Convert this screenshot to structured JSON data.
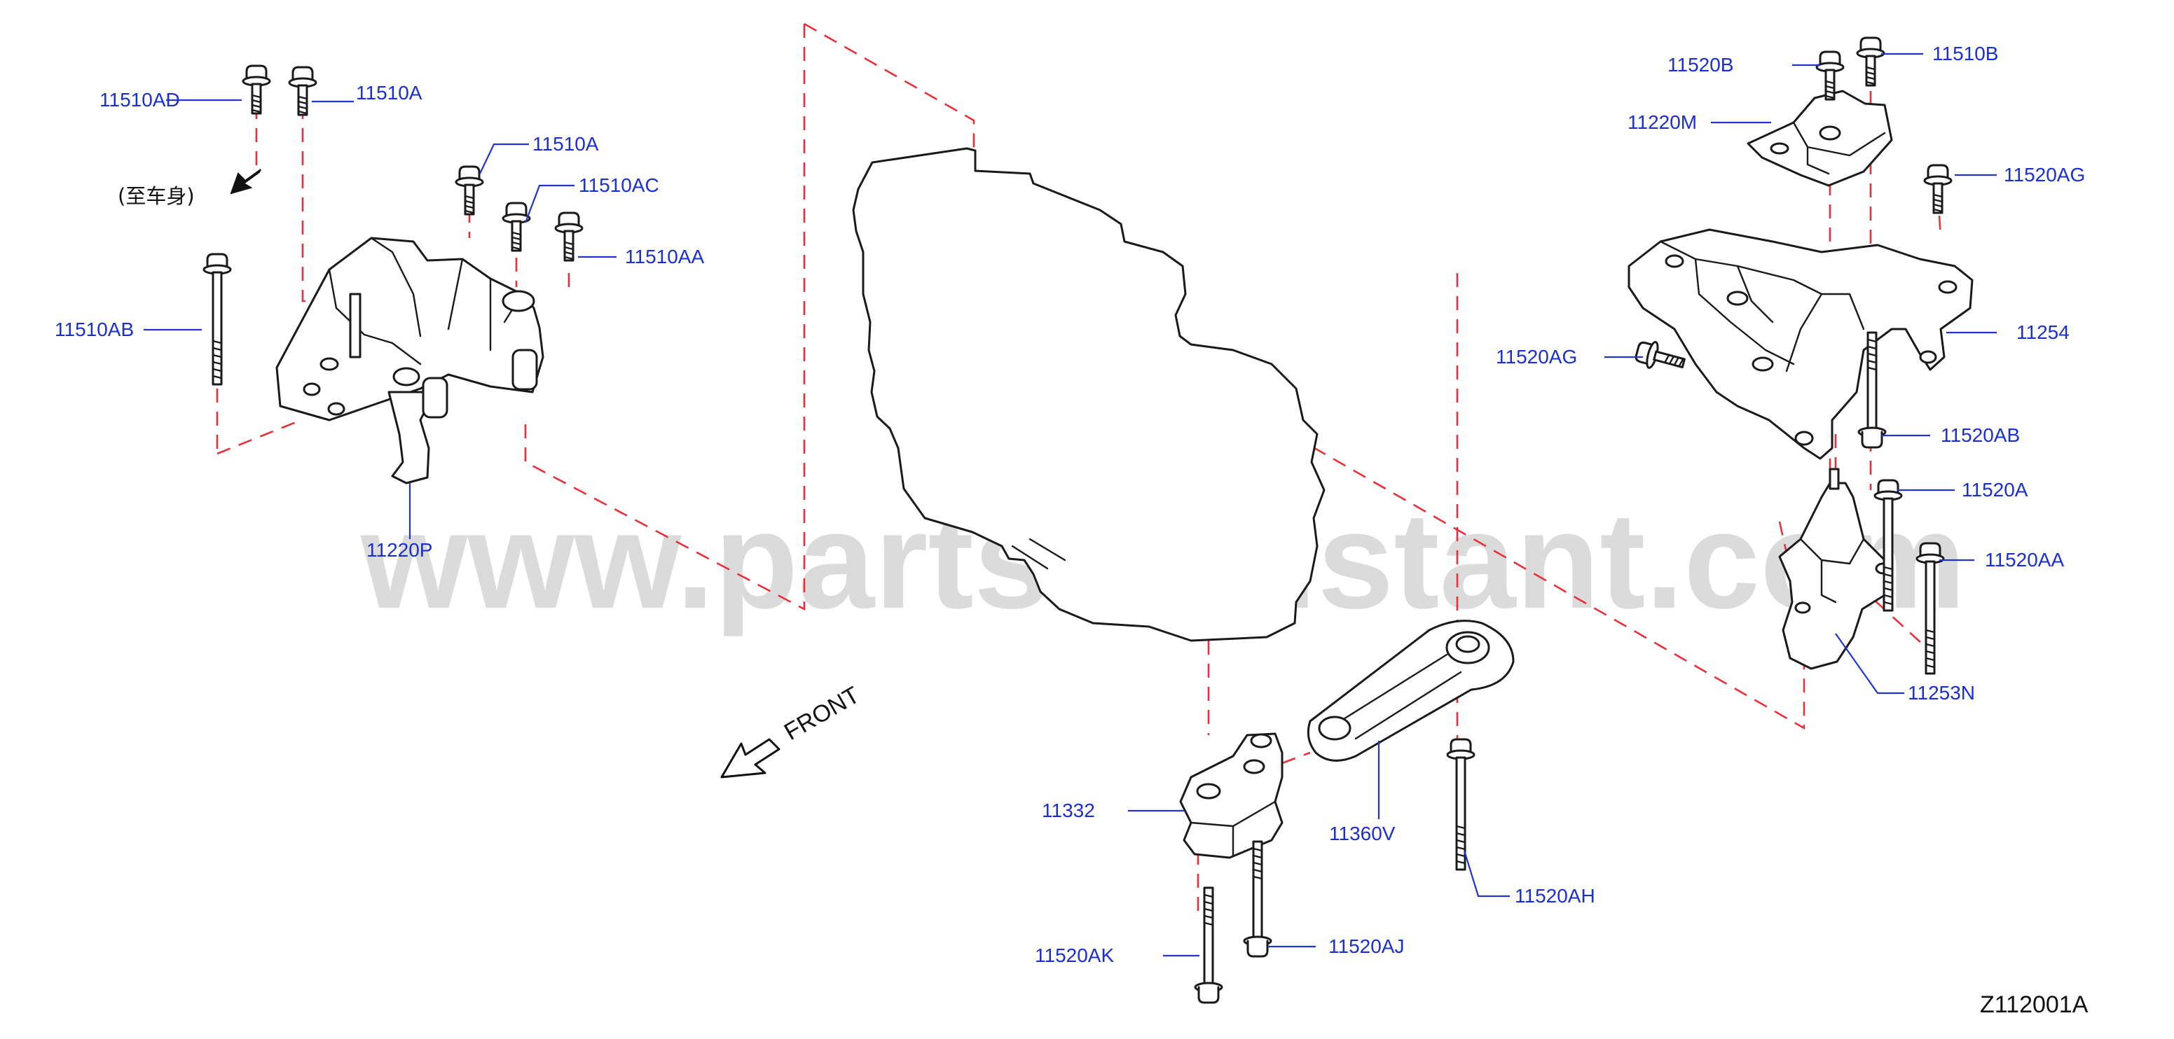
{
  "diagram": {
    "part_labels": {
      "p11510AD": "11510AD",
      "p11510A_top": "11510A",
      "p11510A_mid": "11510A",
      "p11510AC": "11510AC",
      "p11510AA": "11510AA",
      "p11510AB": "11510AB",
      "p11220P": "11220P",
      "p11520B": "11520B",
      "p11510B": "11510B",
      "p11220M": "11220M",
      "p11520AG_top": "11520AG",
      "p11520AG_left": "11520AG",
      "p11254": "11254",
      "p11520AB": "11520AB",
      "p11520A": "11520A",
      "p11520AA": "11520AA",
      "p11253N": "11253N",
      "p11332": "11332",
      "p11360V": "11360V",
      "p11520AH": "11520AH",
      "p11520AK": "11520AK",
      "p11520AJ": "11520AJ"
    },
    "to_body_note": "(至车身)",
    "front_label": "FRONT",
    "diagram_code": "Z112001A",
    "watermark": "www.partsassistant.com",
    "colors": {
      "callout_text": "#1a2fd0",
      "leader_line": "#2233cc",
      "dashed_guide": "#e8303a",
      "part_outline": "#1a1a1a",
      "watermark": "#bdbdbd"
    }
  }
}
